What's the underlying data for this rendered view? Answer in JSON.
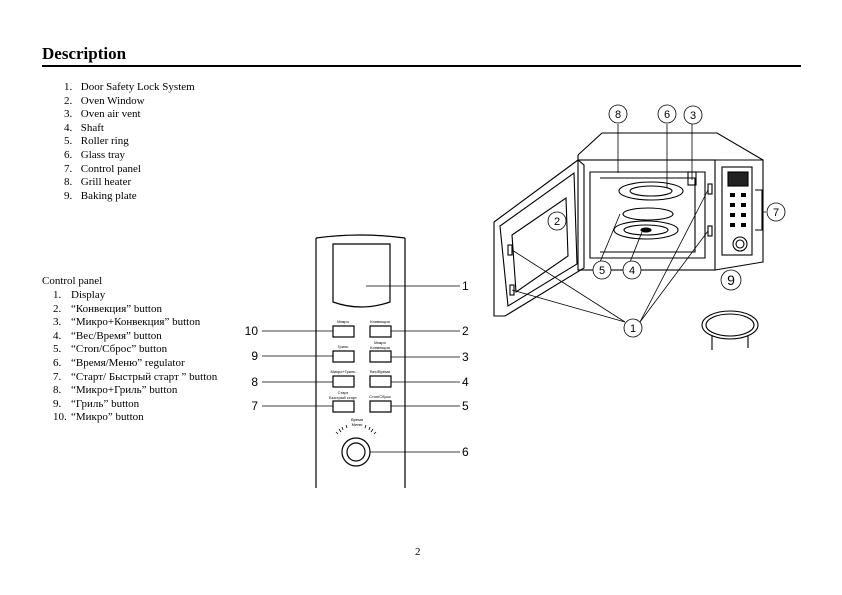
{
  "title": "Description",
  "parts": [
    {
      "n": "1.",
      "label": "Door Safety Lock System"
    },
    {
      "n": "2.",
      "label": "Oven Window"
    },
    {
      "n": "3.",
      "label": "Oven air vent"
    },
    {
      "n": "4.",
      "label": "Shaft"
    },
    {
      "n": "5.",
      "label": "Roller ring"
    },
    {
      "n": "6.",
      "label": "Glass tray"
    },
    {
      "n": "7.",
      "label": "Control panel"
    },
    {
      "n": "8.",
      "label": "Grill heater"
    },
    {
      "n": "9.",
      "label": "Baking plate"
    }
  ],
  "control_panel": {
    "heading": "Control panel",
    "items": [
      {
        "n": "1.",
        "label": "Display"
      },
      {
        "n": "2.",
        "label": "“Конвекция” button"
      },
      {
        "n": "3.",
        "label": "“Микро+Конвекция” button"
      },
      {
        "n": "4.",
        "label": "“Вес/Время” button"
      },
      {
        "n": "5.",
        "label": "“Стоп/Сброс” button"
      },
      {
        "n": "6.",
        "label": "“Время/Меню” regulator"
      },
      {
        "n": "7.",
        "label": "“Старт/ Быстрый старт ” button"
      },
      {
        "n": "8.",
        "label": "“Микро+Гриль” button"
      },
      {
        "n": "9.",
        "label": "“Гриль” button"
      },
      {
        "n": "10.",
        "label": "“Микро” button"
      }
    ]
  },
  "panel_diagram": {
    "buttons": {
      "mikro": "Микро",
      "konvekciya": "Конвекция",
      "gril": "Гриль",
      "mikro_konv_1": "Микро",
      "mikro_konv_2": "Конвекция",
      "mikro_gril": "Микро+Гриль",
      "ves_vremya": "Вес/Время",
      "start_1": "Старт",
      "start_2": "Быстрый старт",
      "stop": "Стоп/Сброс",
      "knob_1": "Время",
      "knob_2": "Меню"
    },
    "callouts": {
      "c1": "1",
      "c2": "2",
      "c3": "3",
      "c4": "4",
      "c5": "5",
      "c6": "6",
      "c7": "7",
      "c8": "8",
      "c9": "9",
      "c10": "10"
    }
  },
  "oven_diagram": {
    "callouts": {
      "c8": "8",
      "c6": "6",
      "c3": "3",
      "c2": "2",
      "c7": "7",
      "c5": "5",
      "c4": "4",
      "c9": "9",
      "c1": "1"
    }
  },
  "page_number": "2"
}
